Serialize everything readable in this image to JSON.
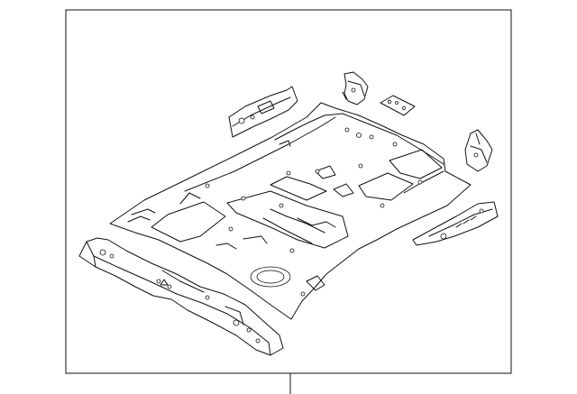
{
  "diagram": {
    "parts": [
      {
        "id": "rear-floor-pan",
        "icon": "floor-pan-shape"
      },
      {
        "id": "rear-crossmember",
        "icon": "crossmember-shape"
      },
      {
        "id": "left-side-bracket",
        "icon": "bracket-shape"
      },
      {
        "id": "right-side-bracket",
        "icon": "bracket-shape"
      },
      {
        "id": "upper-mount-bracket",
        "icon": "mount-bracket-shape"
      },
      {
        "id": "reinforcement-plate",
        "icon": "plate-shape"
      },
      {
        "id": "right-mount-bracket",
        "icon": "mount-bracket-shape"
      }
    ],
    "colors": {
      "line": "#111111",
      "background": "#ffffff"
    }
  }
}
